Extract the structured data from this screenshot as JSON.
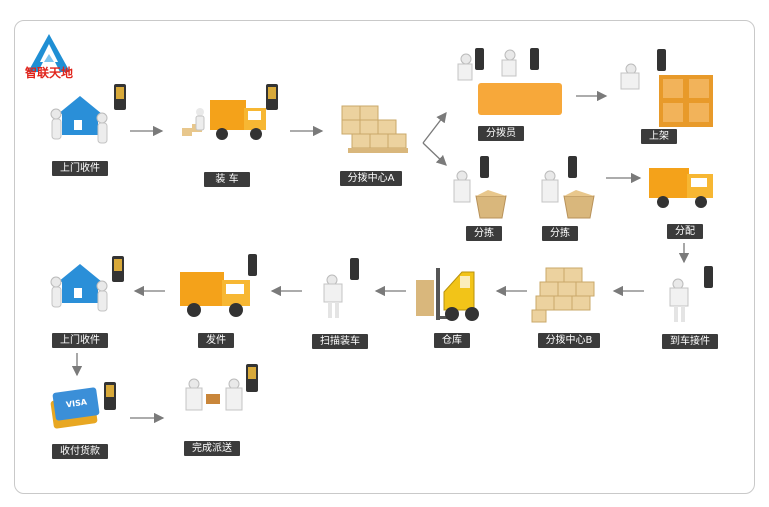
{
  "brand": {
    "name": "智联天地",
    "logo_color": "#1f8fd4",
    "text_color": "#e0241b"
  },
  "steps": {
    "pickup": "上门收件",
    "load_truck": "装 车",
    "sort_center_a": "分拨中心A",
    "sorter": "分拨员",
    "shelve": "上架",
    "sort_1": "分拣",
    "sort_2": "分拣",
    "dispatch": "分配",
    "arrival_handover": "到车接件",
    "sort_center_b": "分拨中心B",
    "warehouse": "仓库",
    "scan_load": "扫描装车",
    "ship": "发件",
    "pickup_2": "上门收件",
    "collect_payment": "收付货款",
    "delivery_done": "完成派送"
  },
  "colors": {
    "label_bg": "#3b3b3b",
    "arrow": "#7a7a7a",
    "frame": "#c9c9c9",
    "truck": "#f4a21a",
    "box": "#e8c78c",
    "house": "#2a8fd8",
    "forklift": "#f2c418"
  }
}
